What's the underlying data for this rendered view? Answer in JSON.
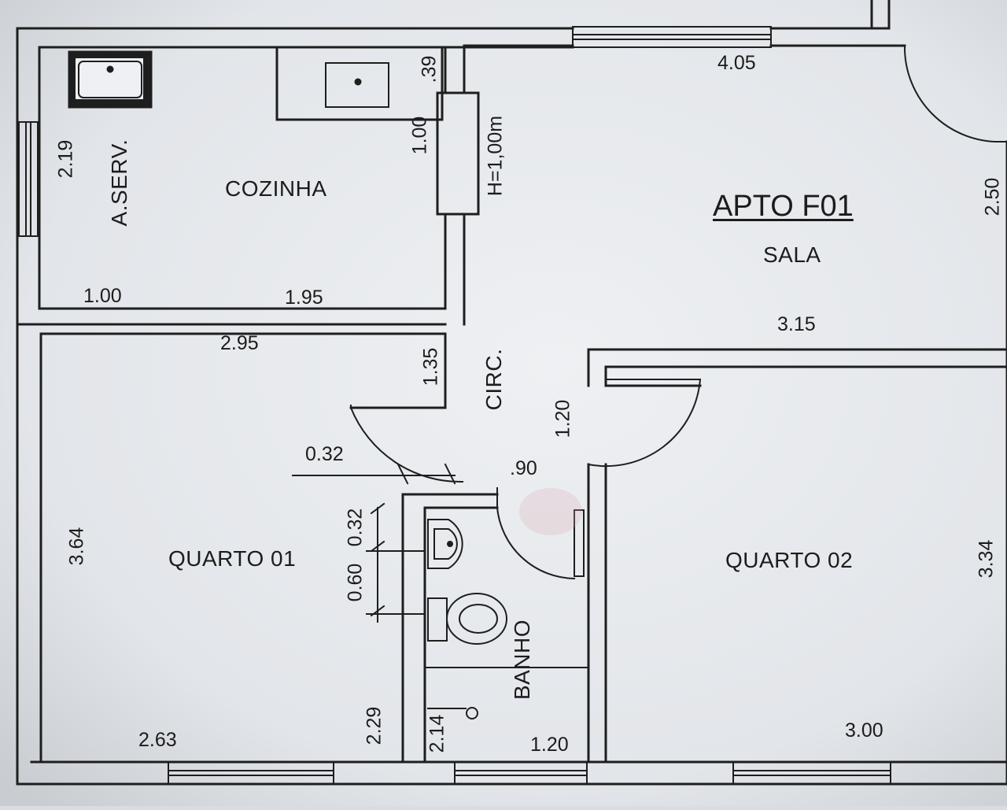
{
  "plan": {
    "title": "APTO F01",
    "rooms": {
      "sala": "SALA",
      "cozinha": "COZINHA",
      "area_servico": "A.SERV.",
      "circulacao": "CIRC.",
      "quarto_01": "QUARTO 01",
      "quarto_02": "QUARTO 02",
      "banho": "BANHO"
    },
    "dimensions": {
      "sala_width_top": "4.05",
      "sala_width_bottom": "3.15",
      "sala_right_height": "2.50",
      "cozinha_width": "1.95",
      "servico_width": "1.00",
      "servico_height": "2.19",
      "counter_depth": ".39",
      "counter_length": "1.00",
      "counter_height": "H=1,00m",
      "quarto01_top_width": "2.95",
      "quarto01_height": "3.64",
      "quarto01_bottom_width": "2.63",
      "quarto01_lower_height": "2.29",
      "circ_length": "1.35",
      "circ_width": "1.20",
      "door_offset": "0.32",
      "door_width": ".90",
      "banho_offset_a": "0.32",
      "banho_offset_b": "0.60",
      "banho_height": "2.14",
      "banho_width": "1.20",
      "quarto02_height": "3.34",
      "quarto02_width": "3.00"
    }
  }
}
